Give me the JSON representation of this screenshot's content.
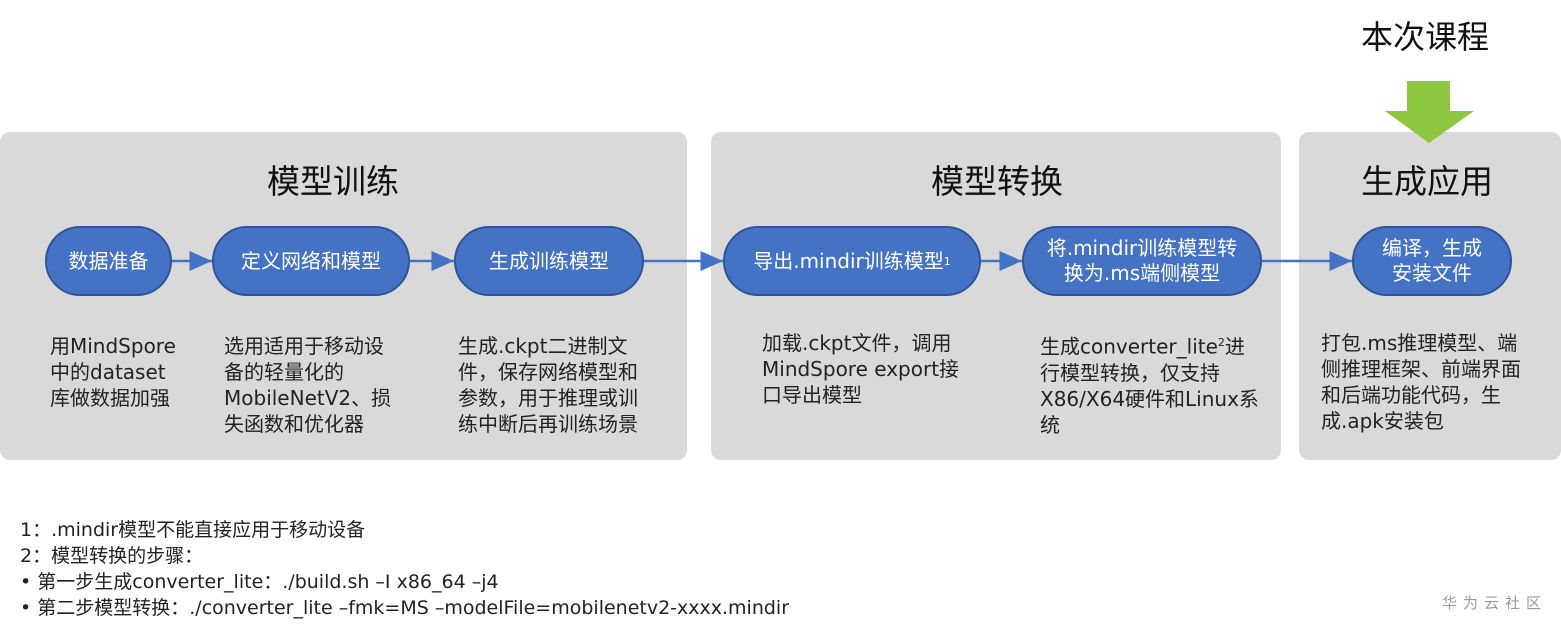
{
  "top_label": "本次课程",
  "panels": [
    {
      "title": "模型训练",
      "steps": [
        {
          "label": "数据准备",
          "desc": "用MindSpore\n中的dataset\n库做数据加强"
        },
        {
          "label": "定义网络和模型",
          "desc": "选用适用于移动设\n备的轻量化的\nMobileNetV2、损\n失函数和优化器"
        },
        {
          "label": "生成训练模型",
          "desc": "生成.ckpt二进制文\n件，保存网络模型和\n参数，用于推理或训\n练中断后再训练场景"
        }
      ]
    },
    {
      "title": "模型转换",
      "steps": [
        {
          "label": "导出.mindir训练模型",
          "sup": "1",
          "desc": "加载.ckpt文件，调用\nMindSpore export接\n口导出模型"
        },
        {
          "label": "将.mindir训练模型转\n换为.ms端侧模型",
          "desc_a": "生成converter_lite",
          "desc_sup": "2",
          "desc_b": "进\n行模型转换，仅支持\nX86/X64硬件和Linux系\n统"
        }
      ]
    },
    {
      "title": "生成应用",
      "steps": [
        {
          "label": "编译，生成\n安装文件",
          "desc": "打包.ms推理模型、端\n侧推理框架、前端界面\n和后端功能代码，生\n成.apk安装包"
        }
      ]
    }
  ],
  "footnotes": [
    "1：.mindir模型不能直接应用于移动设备",
    "2：模型转换的步骤：",
    "•    第一步生成converter_lite：./build.sh  –I x86_64 –j4",
    "•    第二步模型转换：./converter_lite  –fmk=MS –modelFile=mobilenetv2-xxxx.mindir"
  ],
  "brand": "华为云社区",
  "colors": {
    "pill": "#4472c4",
    "pill_border": "#2f5597",
    "panel": "#d9d9d9",
    "connector": "#4472c4",
    "highlight_arrow": "#8dc63f"
  },
  "icons": [
    "down-arrow-icon"
  ]
}
